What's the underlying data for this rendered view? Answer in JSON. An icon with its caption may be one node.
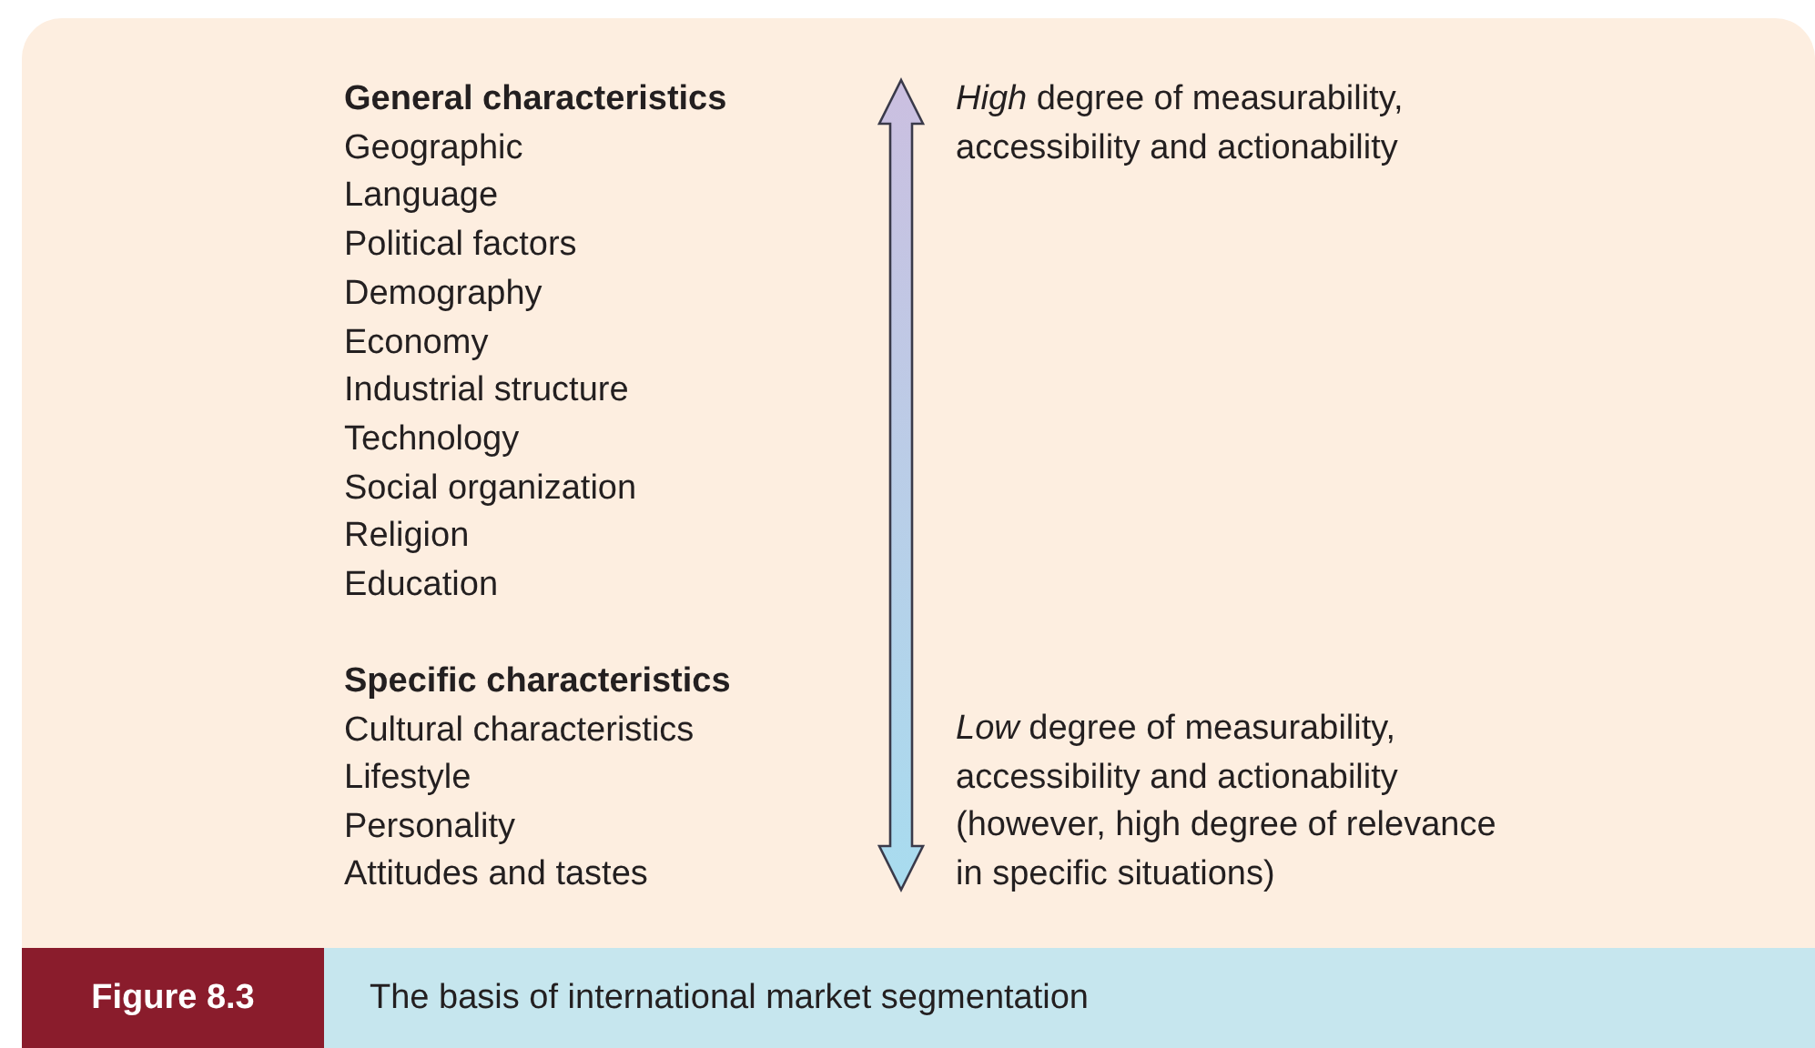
{
  "diagram": {
    "title": "Figure 8.3",
    "caption": "The basis of international market segmentation",
    "labels": [
      "General characteristics",
      "Geographic",
      "Language",
      "Political factors",
      "Demography",
      "Economy",
      "Industrial structure",
      "Technology",
      "Social organization",
      "Religion",
      "Education",
      "Specific characteristics",
      "Cultural characteristics",
      "Lifestyle",
      "Personality",
      "Attitudes and tastes",
      "*High* degree of measurability, accessibility and actionability",
      "*Low* degree of measurability, accessibility and actionability (however, high degree of relevance in specific situations)"
    ]
  }
}
